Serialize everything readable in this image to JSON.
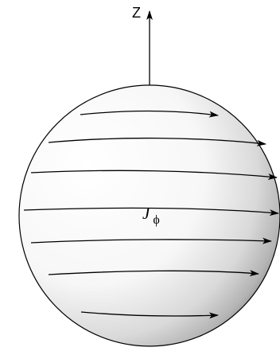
{
  "diagram": {
    "axis_label": "Z",
    "current_symbol": "J",
    "current_subscript": "ϕ",
    "colors": {
      "stroke": "#000000",
      "sphere_highlight": "#ffffff",
      "sphere_shadow": "#8a8a8a"
    },
    "icons": {
      "axis_arrow": "arrow-up-icon",
      "current_loop": "arrow-right-icon"
    },
    "current_loops": 7
  }
}
